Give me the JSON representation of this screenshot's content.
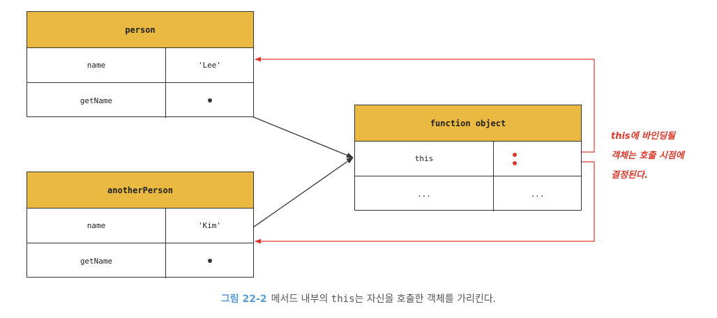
{
  "person": {
    "title": "person",
    "rows": [
      {
        "key": "name",
        "value": "'Lee'"
      },
      {
        "key": "getName",
        "value": ""
      }
    ]
  },
  "anotherPerson": {
    "title": "anotherPerson",
    "rows": [
      {
        "key": "name",
        "value": "'Kim'"
      },
      {
        "key": "getName",
        "value": ""
      }
    ]
  },
  "functionObject": {
    "title": "function object",
    "rows": [
      {
        "key": "this",
        "value": ""
      },
      {
        "key": "...",
        "value": "..."
      }
    ]
  },
  "annotation": {
    "line1": "this에 바인딩될",
    "line2": "객체는 호출 시점에",
    "line3": "결정된다."
  },
  "caption": {
    "figure": "그림 22-2",
    "part1": "메서드 내부의 ",
    "code": "this",
    "part2": "는 자신을 호출한 객체를 가리킨다."
  },
  "colors": {
    "header": "#e9b941",
    "reference_arrow": "#333333",
    "this_arrow": "#d83a2e",
    "figure_label": "#5a9bd4"
  }
}
